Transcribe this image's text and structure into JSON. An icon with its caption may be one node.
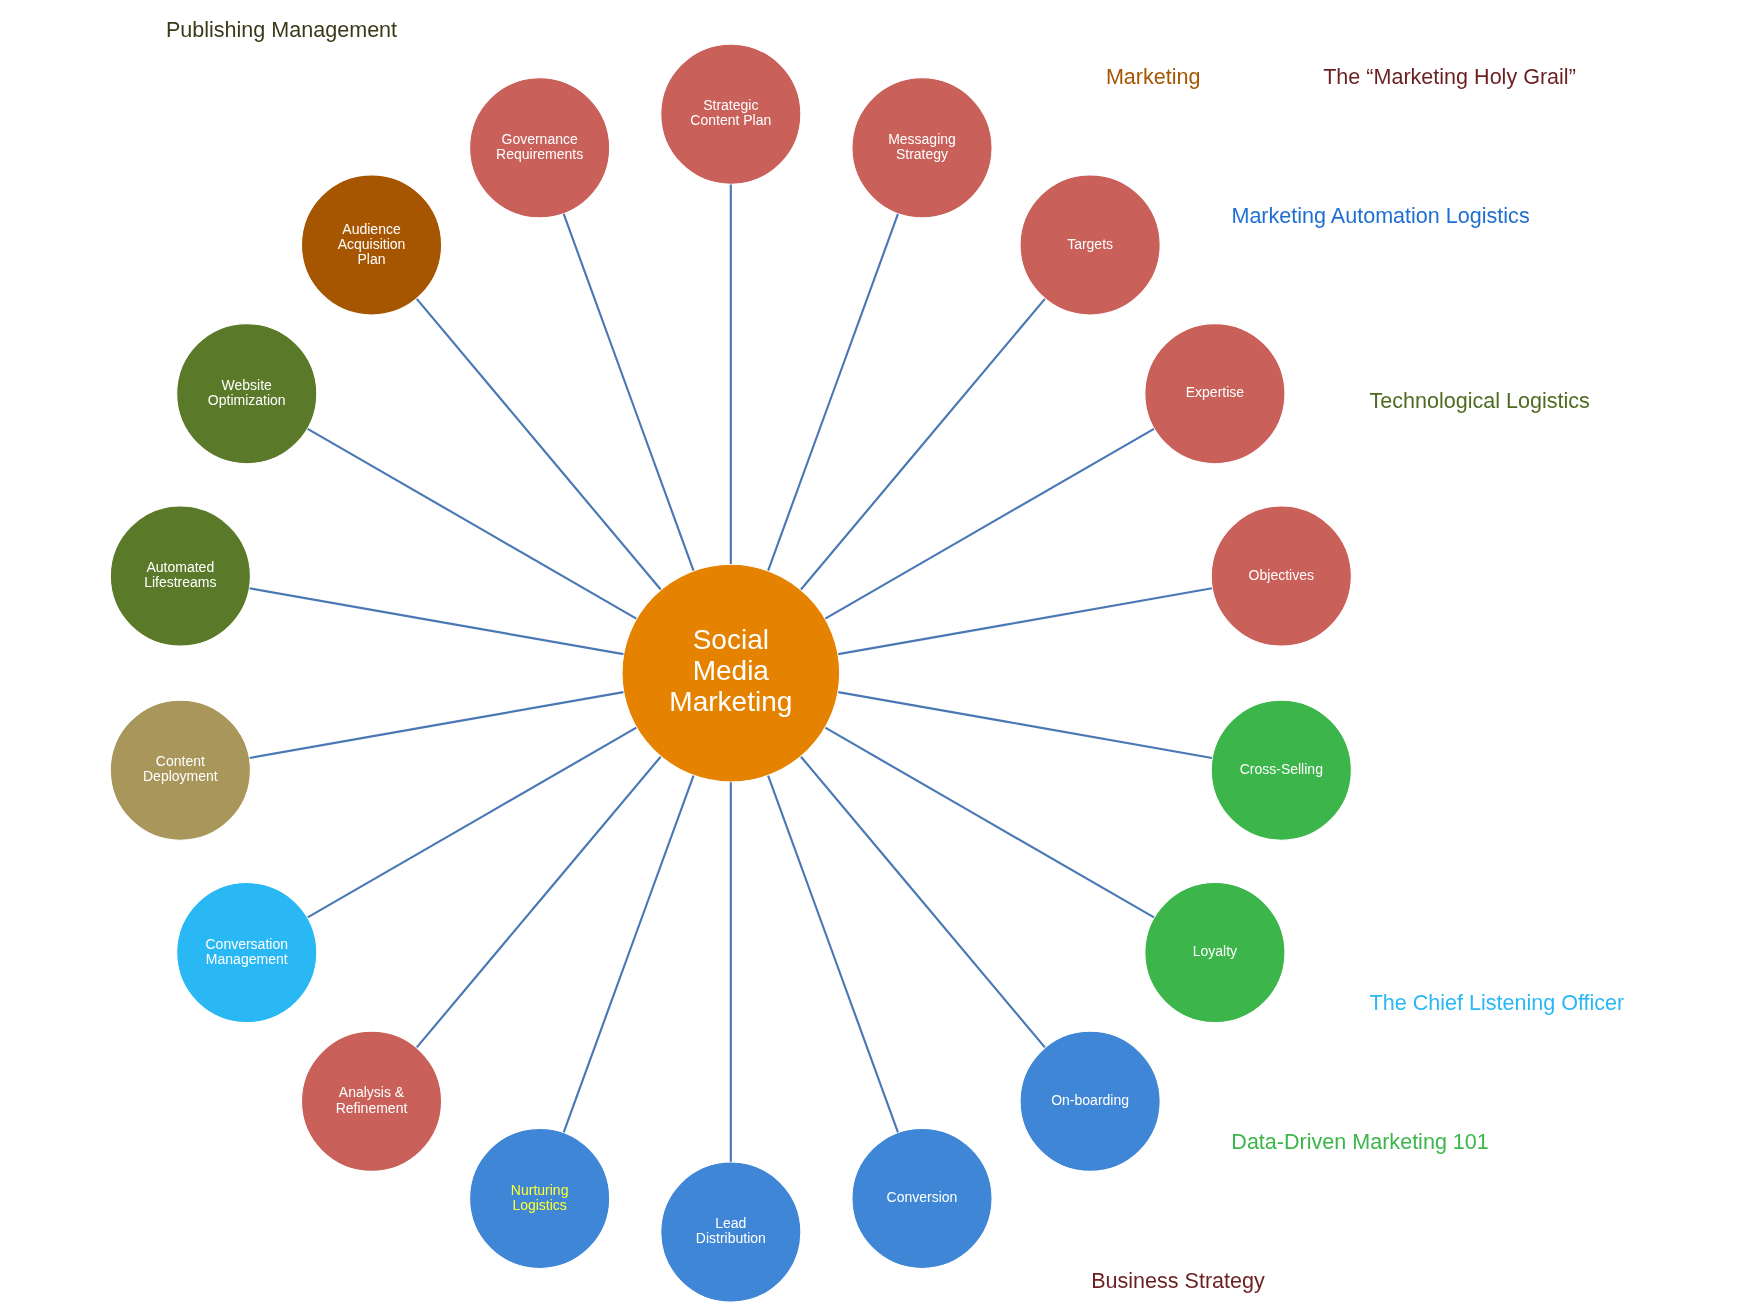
{
  "diagram": {
    "nodes": [
      {
        "text": [
          "Social Media Marketing"
        ]
      },
      {
        "text": [
          "Objectives"
        ]
      },
      {
        "text": [
          "Expertise"
        ]
      },
      {
        "text": [
          "Targets"
        ]
      },
      {
        "text": [
          "Messaging Strategy"
        ]
      },
      {
        "text": [
          "Strategic Content Plan"
        ]
      },
      {
        "text": [
          "Governance Requirements"
        ]
      },
      {
        "text": [
          "Audience Acquisition Plan"
        ]
      },
      {
        "text": [
          "Website Optimization"
        ]
      },
      {
        "text": [
          "Automated Lifestreams"
        ]
      },
      {
        "text": [
          "Content Deployment"
        ]
      },
      {
        "text": [
          "Conversation Management"
        ]
      },
      {
        "text": [
          "Analysis & Refinement"
        ]
      },
      {
        "text": [
          "Nurturing Logistics"
        ]
      },
      {
        "text": [
          "Lead Distribution"
        ]
      },
      {
        "text": [
          "Conversion"
        ]
      },
      {
        "text": [
          "On-boarding"
        ]
      },
      {
        "text": [
          "Loyalty"
        ]
      },
      {
        "text": [
          "Cross-Selling"
        ]
      }
    ],
    "edges": [
      {
        "from": 0,
        "to": 1,
        "arrow": "none"
      },
      {
        "from": 0,
        "to": 2,
        "arrow": "none"
      },
      {
        "from": 0,
        "to": 3,
        "arrow": "none"
      },
      {
        "from": 0,
        "to": 4,
        "arrow": "none"
      },
      {
        "from": 0,
        "to": 5,
        "arrow": "none"
      },
      {
        "from": 0,
        "to": 6,
        "arrow": "none"
      },
      {
        "from": 0,
        "to": 7,
        "arrow": "none"
      },
      {
        "from": 0,
        "to": 8,
        "arrow": "none"
      },
      {
        "from": 0,
        "to": 9,
        "arrow": "none"
      },
      {
        "from": 0,
        "to": 10,
        "arrow": "none"
      },
      {
        "from": 0,
        "to": 11,
        "arrow": "none"
      },
      {
        "from": 0,
        "to": 12,
        "arrow": "none"
      },
      {
        "from": 0,
        "to": 13,
        "arrow": "none"
      },
      {
        "from": 0,
        "to": 14,
        "arrow": "none"
      },
      {
        "from": 0,
        "to": 15,
        "arrow": "none"
      },
      {
        "from": 0,
        "to": 16,
        "arrow": "none"
      },
      {
        "from": 0,
        "to": 17,
        "arrow": "none"
      },
      {
        "from": 0,
        "to": 18,
        "arrow": "none"
      }
    ],
    "labels": [
      "Data-Driven Marketing 101",
      "Business Strategy",
      "Marketing Automation Logistics",
      "Marketing",
      "The “Marketing Holy Grail”",
      "Technological Logistics",
      "The Chief Listening Officer",
      "Publishing Management"
    ]
  }
}
